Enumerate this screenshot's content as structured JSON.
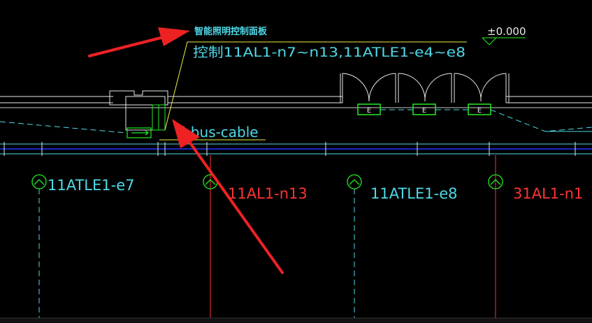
{
  "annotation_title": "智能照明控制面板",
  "annotation_desc": "控制11AL1-n7~n13,11ATLE1-e4~e8",
  "elevation": "±0.000",
  "cable_label": "i-bus-cable",
  "fixture_labels": {
    "e7": "11ATLE1-e7",
    "n13": "11AL1-n13",
    "e8": "11ATLE1-e8",
    "n1": "31AL1-n1"
  },
  "emergency_box_label": "E",
  "colors": {
    "background": "#000000",
    "cyan": "#4fd9e8",
    "green": "#22ee22",
    "red": "#ff3333",
    "white": "#e8e8e8",
    "yellow": "#eeee44",
    "blue": "#2233ff",
    "arrow": "#ee2222"
  }
}
